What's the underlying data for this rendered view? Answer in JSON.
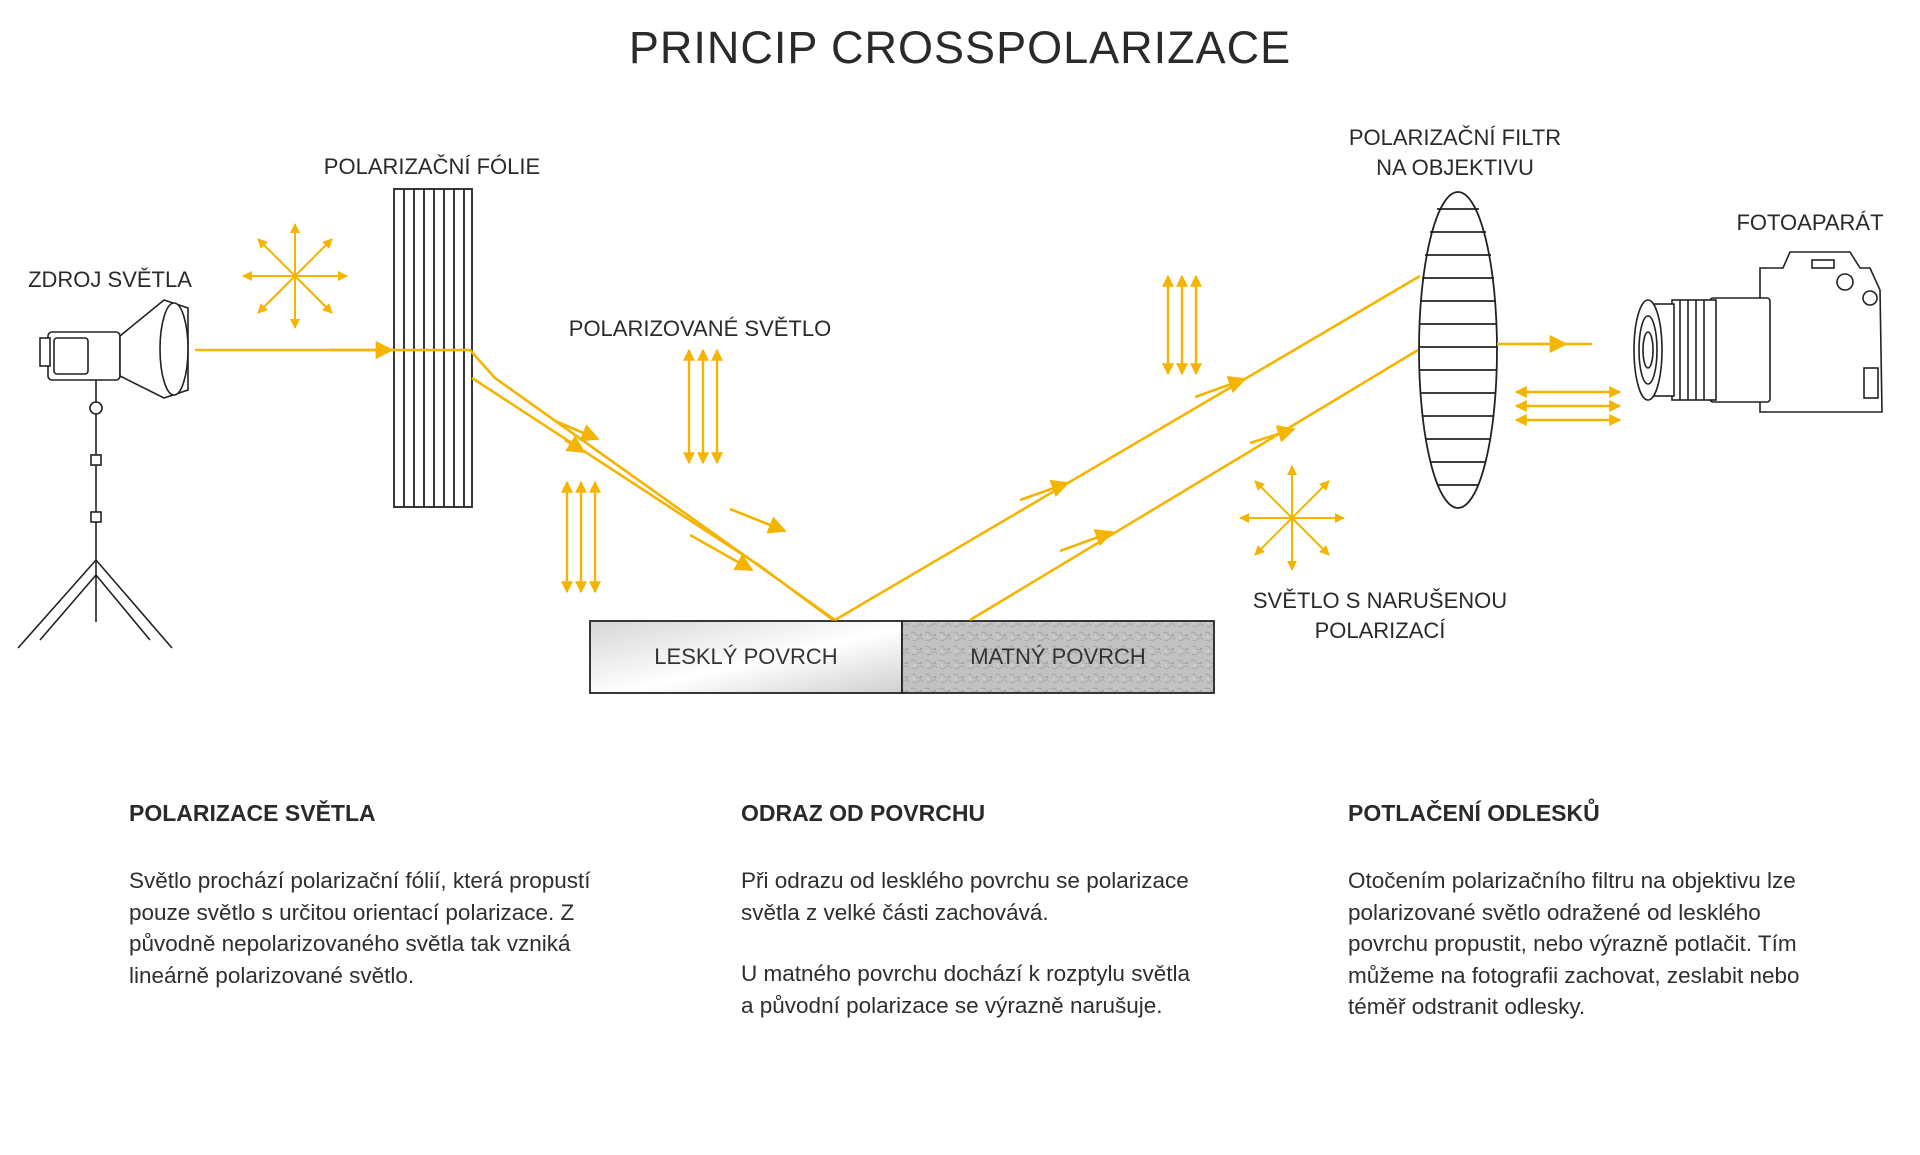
{
  "title": "PRINCIP CROSSPOLARIZACE",
  "labels": {
    "light_source": "ZDROJ SVĚTLA",
    "polarizing_foil": "POLARIZAČNÍ FÓLIE",
    "polarized_light": "POLARIZOVANÉ SVĚTLO",
    "lens_filter": [
      "POLARIZAČNÍ FILTR",
      "NA OBJEKTIVU"
    ],
    "camera": "FOTOAPARÁT",
    "disturbed_light": [
      "SVĚTLO S NARUŠENOU",
      "POLARIZACÍ"
    ],
    "glossy_surface": "LESKLÝ POVRCH",
    "matte_surface": "MATNÝ POVRCH"
  },
  "colors": {
    "light_ray": "#f5b400",
    "line": "#222222",
    "matte_fill": "#bdbdbd",
    "glossy_fill": "#f2f2f2"
  },
  "sections": [
    {
      "heading": "POLARIZACE SVĚTLA",
      "paragraphs": [
        "Světlo prochází polarizační fólií, která propustí pouze světlo s určitou orientací polarizace. Z původně nepolarizovaného světla tak vzniká lineárně polarizované světlo."
      ]
    },
    {
      "heading": "ODRAZ OD POVRCHU",
      "paragraphs": [
        "Při odrazu od lesklého povrchu se polarizace světla z velké části zachovává.",
        "U matného povrchu dochází k rozptylu světla a původní polarizace se výrazně narušuje."
      ]
    },
    {
      "heading": "POTLAČENÍ ODLESKŮ",
      "paragraphs": [
        "Otočením polarizačního filtru na objektivu lze polarizované světlo odražené od lesklého povrchu propustit, nebo výrazně potlačit. Tím můžeme na fotografii zachovat, zeslabit nebo téměř odstranit odlesky."
      ]
    }
  ]
}
